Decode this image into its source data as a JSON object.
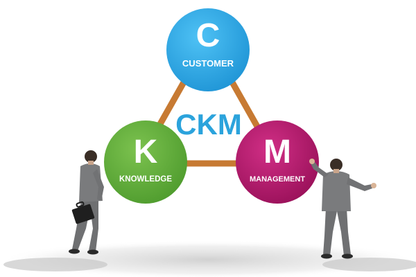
{
  "diagram": {
    "center_label": "CKM",
    "nodes": {
      "customer": {
        "letter": "C",
        "word": "CUSTOMER"
      },
      "knowledge": {
        "letter": "K",
        "word": "KNOWLEDGE"
      },
      "management": {
        "letter": "M",
        "word": "MANAGEMENT"
      }
    }
  },
  "colors": {
    "customer": "#2aa6e6",
    "knowledge": "#5fae3a",
    "management": "#b5176b",
    "connector": "#c77a33",
    "center_text": "#2ba3dc",
    "suit": "#7a7b7d",
    "shadow": "#d8d8d8"
  }
}
